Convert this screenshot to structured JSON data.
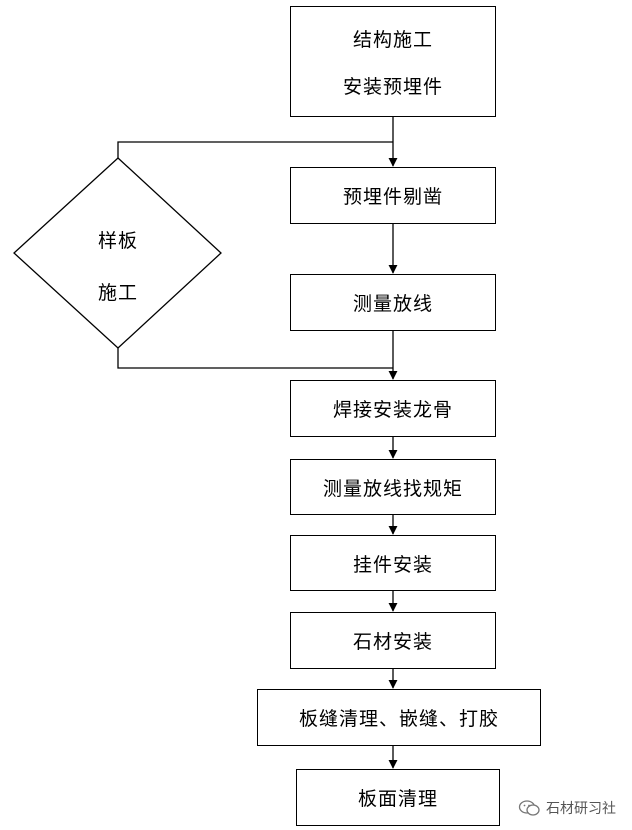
{
  "nodes": {
    "structure": [
      "结构施工",
      "安装预埋件"
    ],
    "embed_clear": "预埋件剔凿",
    "survey": "测量放线",
    "weld": "焊接安装龙骨",
    "survey_square": "测量放线找规矩",
    "hanger": "挂件安装",
    "stone": "石材安装",
    "joint": "板缝清理、嵌缝、打胶",
    "surface": "板面清理"
  },
  "sample": [
    "样板",
    "施工"
  ],
  "watermark": "石材研习社"
}
